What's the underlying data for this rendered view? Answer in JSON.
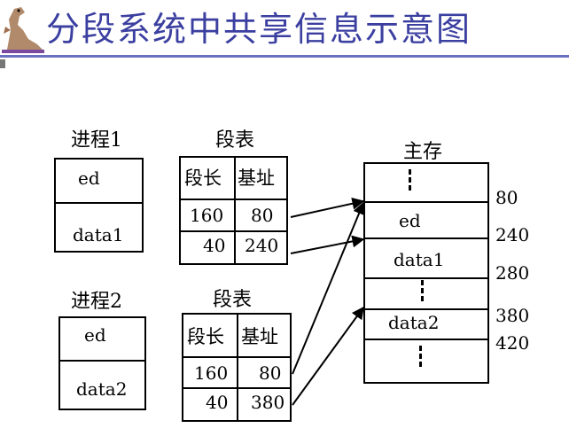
{
  "title": "分段系统中共享信息示意图",
  "process1": {
    "label": "进程1",
    "rows": [
      "ed",
      "data1"
    ]
  },
  "process2": {
    "label": "进程2",
    "rows": [
      "ed",
      "data2"
    ]
  },
  "segtable1": {
    "label": "段表",
    "headers": [
      "段长",
      "基址"
    ],
    "rows": [
      [
        "160",
        "80"
      ],
      [
        "40",
        "240"
      ]
    ]
  },
  "segtable2": {
    "label": "段表",
    "headers": [
      "段长",
      "基址"
    ],
    "rows": [
      [
        "160",
        "80"
      ],
      [
        "40",
        "380"
      ]
    ]
  },
  "memory": {
    "label": "主存",
    "blocks": [
      "ed",
      "data1",
      "data2"
    ],
    "addresses": [
      "80",
      "240",
      "280",
      "380",
      "420"
    ]
  },
  "colors": {
    "title": "#3b3fa0",
    "rule": "#6a6fc0"
  }
}
